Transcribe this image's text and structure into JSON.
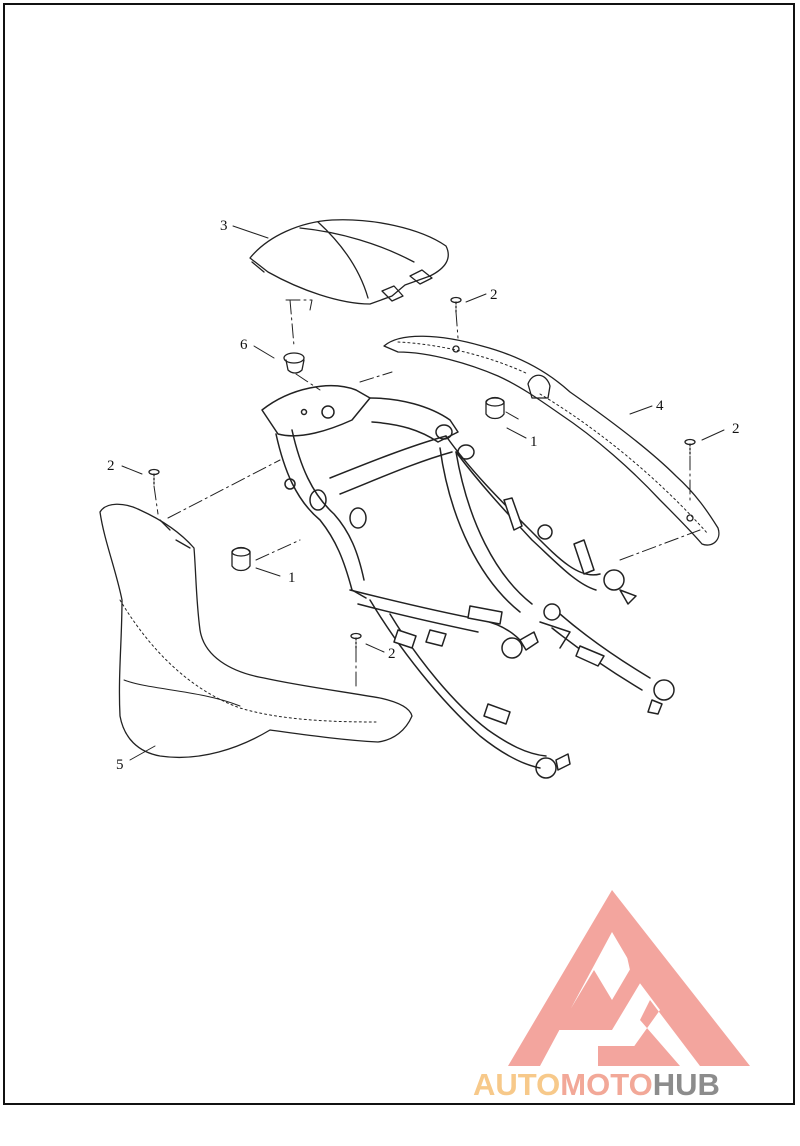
{
  "callouts": [
    {
      "id": "c3",
      "label": "3"
    },
    {
      "id": "c6",
      "label": "6"
    },
    {
      "id": "c2a",
      "label": "2"
    },
    {
      "id": "c4",
      "label": "4"
    },
    {
      "id": "c2b",
      "label": "2"
    },
    {
      "id": "c1a",
      "label": "1"
    },
    {
      "id": "c2c",
      "label": "2"
    },
    {
      "id": "c1b",
      "label": "1"
    },
    {
      "id": "c2d",
      "label": "2"
    },
    {
      "id": "c5",
      "label": "5"
    }
  ],
  "watermark": {
    "part1": "AUTO",
    "part2": "MOTO",
    "part3": "HUB",
    "colors": {
      "auto": "#f7c98a",
      "moto": "#f2a898",
      "hub": "#8c8c8c",
      "logo": "#f29c94"
    }
  }
}
